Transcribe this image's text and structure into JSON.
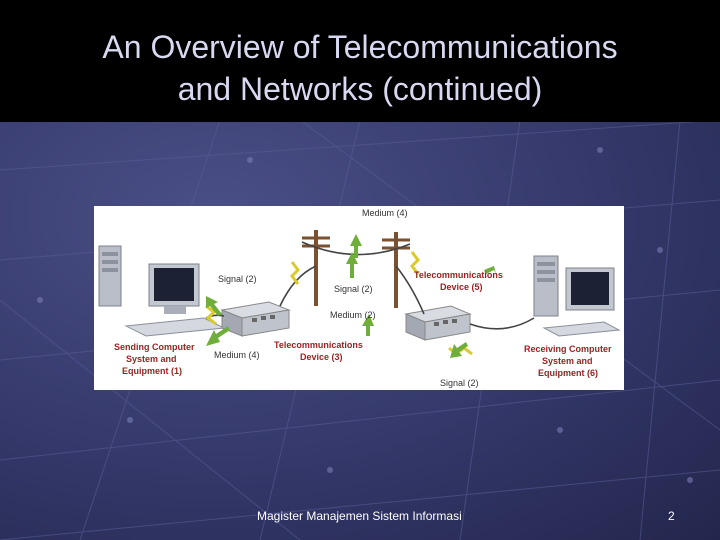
{
  "slide": {
    "title_line1": "An Overview of Telecommunications",
    "title_line2": "and Networks (continued)",
    "footer": "Magister Manajemen Sistem Informasi",
    "page_number": "2"
  },
  "figure": {
    "labels": {
      "medium_top": "Medium (4)",
      "signal_left": "Signal (2)",
      "signal_center": "Signal (2)",
      "telecom_device_right_1": "Telecommunications",
      "telecom_device_right_2": "Device (5)",
      "medium_center": "Medium (2)",
      "sending_1": "Sending Computer",
      "sending_2": "System and",
      "sending_3": "Equipment (1)",
      "medium_left": "Medium (4)",
      "telecom_device_left_1": "Telecommunications",
      "telecom_device_left_2": "Device (3)",
      "receiving_1": "Receiving Computer",
      "receiving_2": "System and",
      "receiving_3": "Equipment (6)",
      "signal_bottom": "Signal (2)"
    }
  }
}
